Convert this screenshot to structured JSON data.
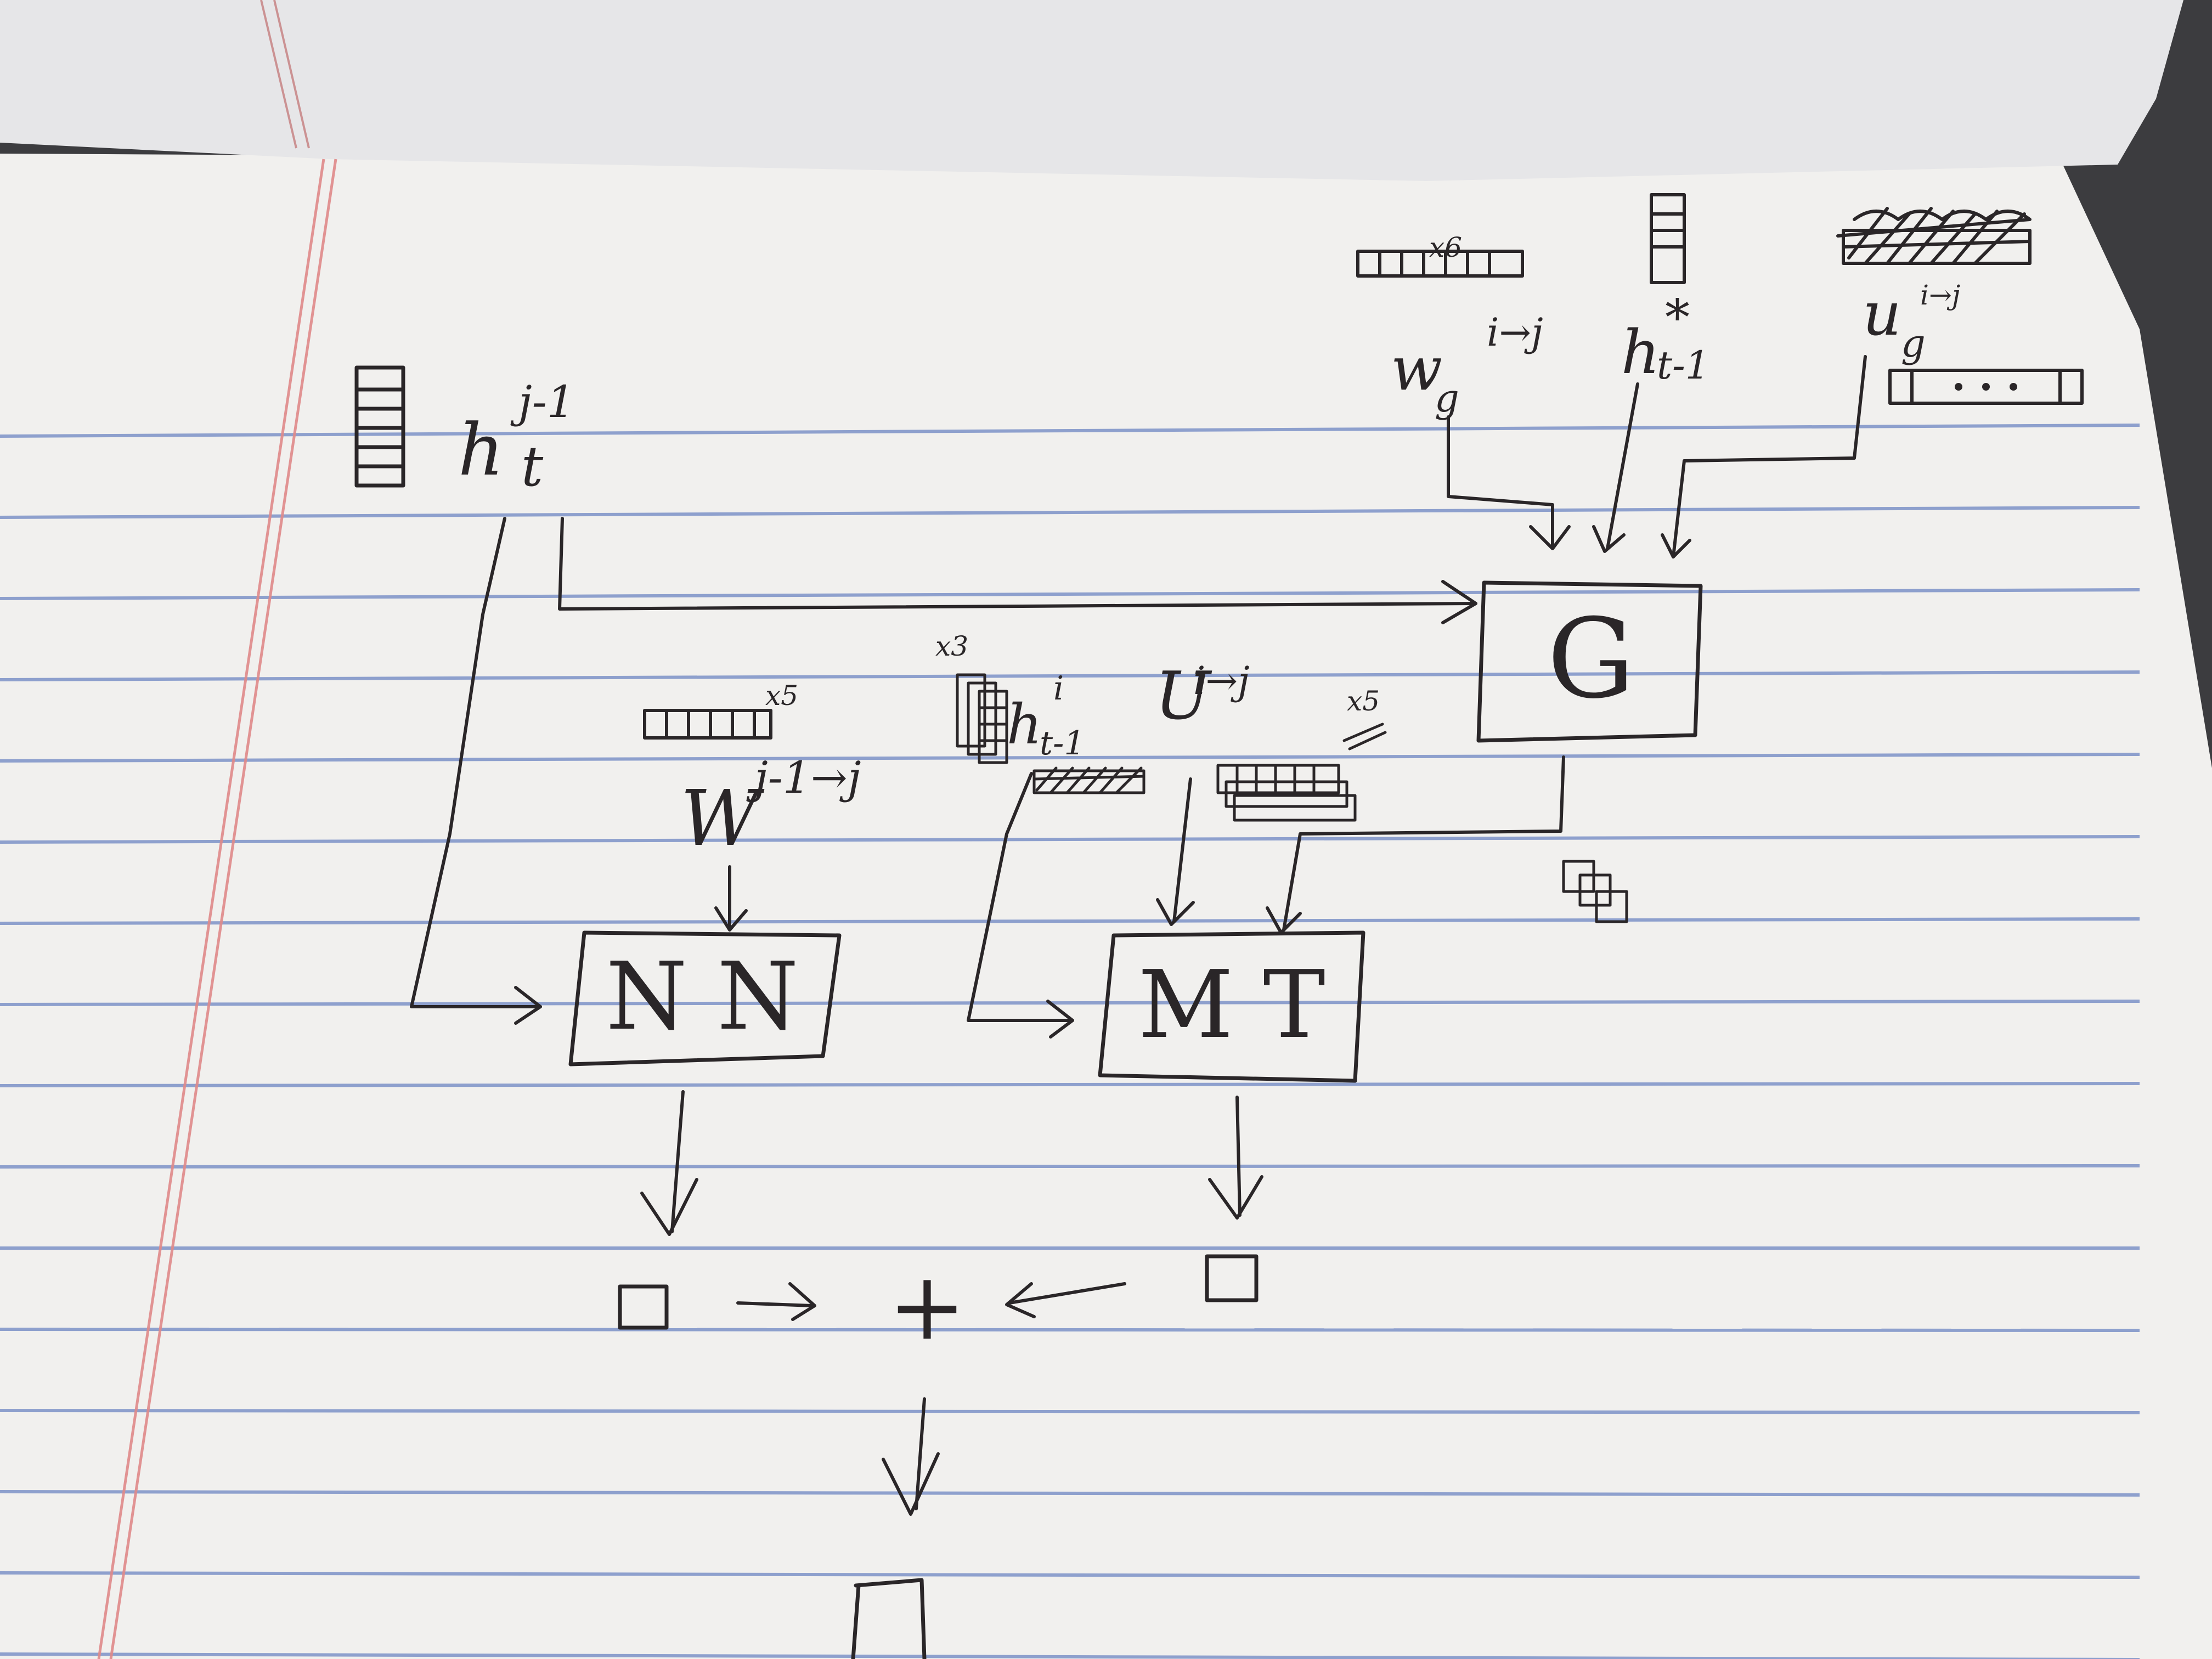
{
  "colors": {
    "paper": "#f4f3f1",
    "rule_line": "#7d93c8",
    "margin_line": "#e08a8a",
    "ink": "#2a2628",
    "background": "#4a4a4c"
  },
  "labels": {
    "h_t_prev_base": "h",
    "h_t_prev_sub": "t",
    "h_t_prev_sup": "j-1",
    "w_g_base": "w",
    "w_g_sub": "g",
    "w_g_sup": "i→j",
    "w_g_count": "x6",
    "h_star_base": "h",
    "h_star_sub": "t-1",
    "h_star_sup": "*",
    "u_g_base": "u",
    "u_g_sub": "g",
    "u_g_sup": "i→j",
    "W_base": "W",
    "W_sup": "j-1→j",
    "W_count": "x5",
    "h_t1_base": "h",
    "h_t1_sub": "t-1",
    "h_t1_sup": "i",
    "h_t1_count": "x3",
    "U_base": "U",
    "U_sup": "i→j",
    "U_count": "x5"
  },
  "boxes": {
    "g": "G",
    "nn": "N N",
    "mt": "M T"
  },
  "operators": {
    "plus": "+"
  }
}
